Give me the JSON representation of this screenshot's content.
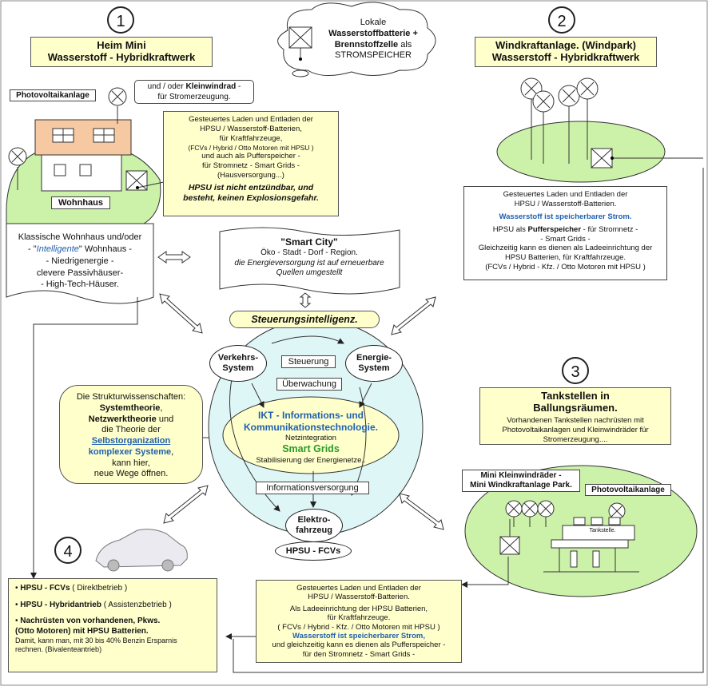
{
  "numbers": [
    "1",
    "2",
    "3",
    "4"
  ],
  "box1": {
    "line1": "Heim Mini",
    "line2": "Wasserstoff -  Hybridkraftwerk"
  },
  "box2": {
    "line1": "Windkraftanlage. (Windpark)",
    "line2": "Wasserstoff -  Hybridkraftwerk"
  },
  "cloud": {
    "l1": "Lokale",
    "l2": "Wasserstoffbatterie +",
    "l3": "Brennstoffzelle",
    "l3b": " als",
    "l4": "STROMSPEICHER"
  },
  "pv_label": "Photovoltaikanlage",
  "windrad": {
    "pre": "und  / oder  ",
    "bold": "Kleinwindrad",
    "post": " -",
    "l2": "für Stromerzeugung."
  },
  "wohnhaus_label": "Wohnhaus",
  "house_info": {
    "l1": "Gesteuertes Laden  und Entladen der",
    "l2": "HPSU  / Wasserstoff-Batterien,",
    "l3": "für Kraftfahrzeuge,",
    "l4": "(FCVs / Hybrid / Otto Motoren mit HPSU )",
    "l5": "und auch als Pufferspeicher -",
    "l6": "für Stromnetz -  Smart Grids  -",
    "l7": "(Hausversorgung...)",
    "w1": "HPSU ist nicht entzündbar, und",
    "w2": "besteht, keinen Explosionsgefahr."
  },
  "wohn_text": {
    "l1": "Klassische Wohnhaus und/oder",
    "l2a": "- \"",
    "l2b": "Intelligente",
    "l2c": "\"  Wohnhaus -",
    "l3": "- Niedrigenergie -",
    "l4": "clevere Passivhäuser-",
    "l5": "- High-Tech-Häuser."
  },
  "smart_city": {
    "title": "\"Smart City\"",
    "l2": "Öko  -  Stadt - Dorf - Region.",
    "l3": "die Energieversorgung ist auf erneuerbare",
    "l4": "Quellen umgestellt"
  },
  "steuerungsintelligenz": "Steuerungsintelligenz.",
  "wind_info": {
    "l1": "Gesteuertes Laden  und Entladen der",
    "l2": "HPSU  / Wasserstoff-Batterien.",
    "blue": "Wasserstoff ist speicherbarer Strom.",
    "l4a": "HPSU  als ",
    "l4b": "Pufferspeicher",
    "l4c": " -  für Stromnetz -",
    "l5": "- Smart Grids  -",
    "l6": "Gleichzeitig kann es dienen als Ladeeinrichtung der",
    "l7": "HPSU Batterien, für Kraftfahrzeuge.",
    "l8": "(FCVs / Hybrid - Kfz. / Otto Motoren mit HPSU  )"
  },
  "center": {
    "verkehr": "Verkehrs-\nSystem",
    "energie": "Energie-\nSystem",
    "steuerung": "Steuerung",
    "ueberwachung": "Überwachung",
    "ikt1": "IKT - Informations- und",
    "ikt2": "Kommunikationstechnologie.",
    "netz": "Netzintegration",
    "sg": "Smart Grids",
    "stab": "Stabilisierung der Energienetze..",
    "infov": "Informationsversorgung",
    "elektro": "Elektro-\nfahrzeug",
    "hpsu_fcv": "HPSU - FCVs"
  },
  "struktur": {
    "l1": "Die Strukturwissenschaften:",
    "l2": "Systemtheorie",
    "l2b": ",",
    "l3": "Netzwerktheorie",
    "l3b": " und",
    "l4": "die Theorie der",
    "l5": "Selbstorganization",
    "l6": "komplexer Systeme",
    "l6b": ",",
    "l7": "kann hier,",
    "l8": "neue Wege öffnen."
  },
  "tank": {
    "t1": "Tankstellen in",
    "t2": "Ballungsräumen.",
    "l1": "Vorhandenen Tankstellen nachrüsten mit",
    "l2": "Photovoltaikanlagen und Kleinwindräder für",
    "l3": "Stromerzeugung...."
  },
  "mini_wind": {
    "l1": "Mini Kleinwindräder -",
    "l2": "Mini Windkraftanlage Park."
  },
  "pv2": "Photovoltaikanlage",
  "tankstelle": "Tankstelle.",
  "box4": {
    "a1": "HPSU - FCVs",
    "a2": "  ( Direktbetrieb )",
    "b1": "HPSU - Hybridantrieb",
    "b2": "  ( Assistenzbetrieb )",
    "c1": "Nachrüsten von vorhandenen, Pkws.",
    "c2": "(Otto Motoren) mit HPSU Batterien.",
    "c3": "Damit, kann man, mit 30 bis 40%  Benzin Ersparnis",
    "c4": "rechnen. (Bivalenteantrieb)"
  },
  "bottom_info": {
    "l1": "Gesteuertes Laden  und Entladen der",
    "l2": "HPSU / Wasserstoff-Batterien.",
    "l3": "Als Ladeeinrichtung der HPSU Batterien,",
    "l4": "für  Kraftfahrzeuge.",
    "l5": "( FCVs / Hybrid - Kfz. / Otto Motoren mit HPSU  )",
    "blue": "Wasserstoff ist speicherbarer Strom,",
    "l7": "und gleichzeitig kann es dienen als Pufferspeicher -",
    "l8": "für den Stromnetz - Smart Grids  -"
  },
  "colors": {
    "yellow": "#ffffcc",
    "green": "#ccf2aa",
    "peach": "#f7c9a2",
    "teal": "#dff6f6",
    "olive_oval": "#ffffcc"
  }
}
